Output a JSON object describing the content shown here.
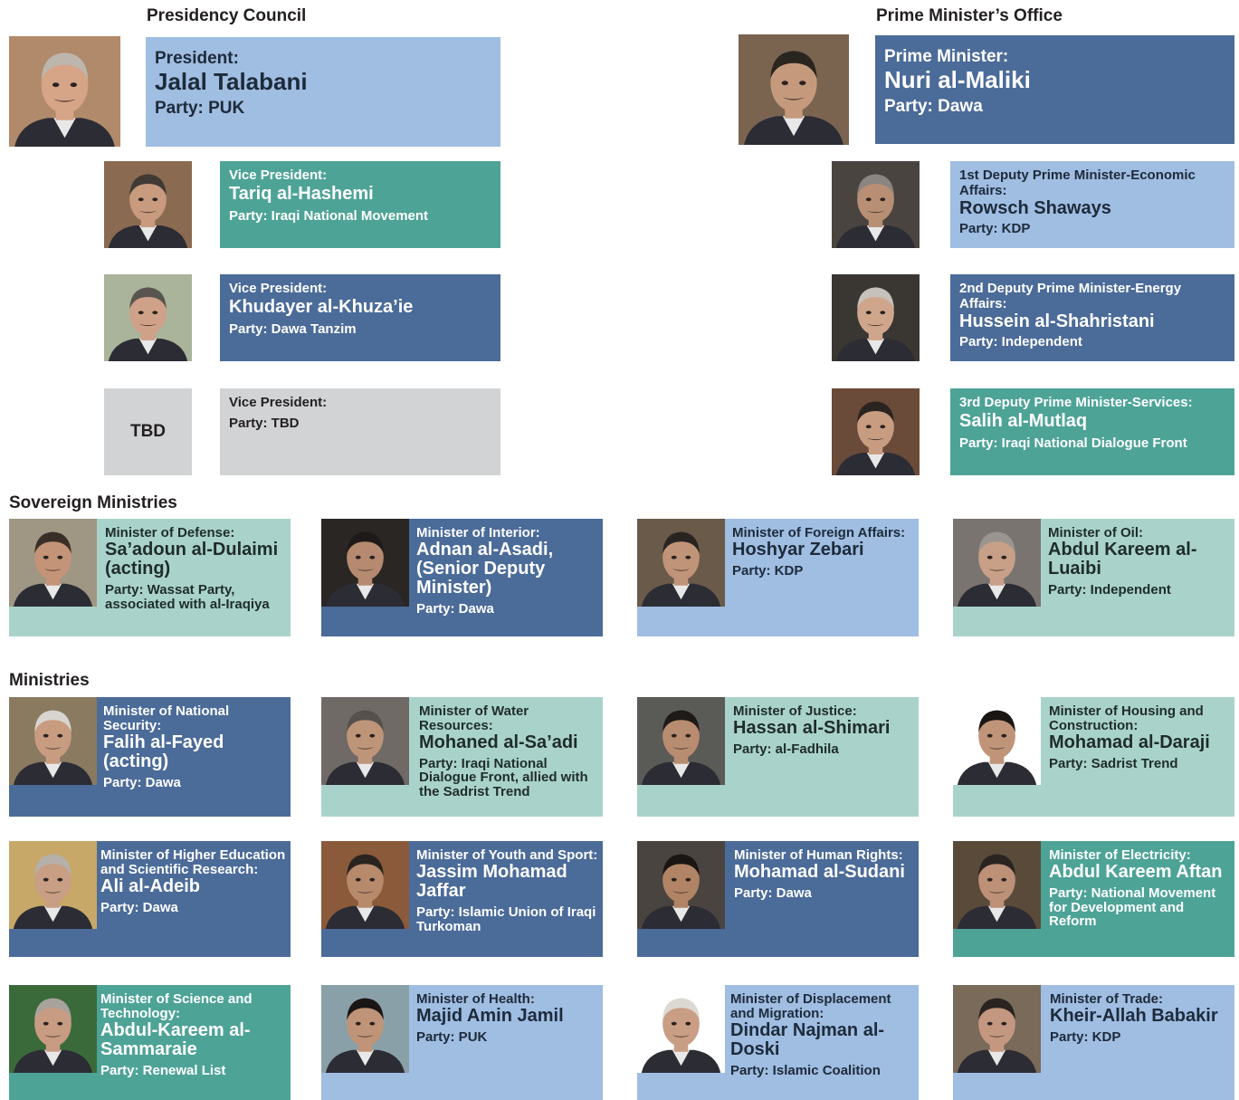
{
  "headings": {
    "presidency": "Presidency Council",
    "pm_office": "Prime Minister’s Office",
    "sovereign": "Sovereign Ministries",
    "ministries": "Ministries"
  },
  "president": {
    "role": "President:",
    "name": "Jalal Talabani",
    "party": "Party: PUK"
  },
  "vp1": {
    "role": "Vice President:",
    "name": "Tariq al-Hashemi",
    "party": "Party: Iraqi National Movement"
  },
  "vp2": {
    "role": "Vice President:",
    "name": "Khudayer al-Khuza’ie",
    "party": "Party: Dawa Tanzim"
  },
  "vp3": {
    "role": "Vice President:",
    "party": "Party: TBD",
    "photo_text": "TBD"
  },
  "pm": {
    "role": "Prime Minister:",
    "name": "Nuri al-Maliki",
    "party": "Party: Dawa"
  },
  "dpm1": {
    "role": "1st Deputy Prime Minister-Economic Affairs:",
    "name": "Rowsch Shaways",
    "party": "Party: KDP"
  },
  "dpm2": {
    "role": "2nd Deputy Prime Minister-Energy Affairs:",
    "name": "Hussein al-Shahristani",
    "party": "Party: Independent"
  },
  "dpm3": {
    "role": "3rd Deputy Prime Minister-Services:",
    "name": "Salih al-Mutlaq",
    "party": "Party: Iraqi National Dialogue Front"
  },
  "sovereign": [
    {
      "role": "Minister of Defense:",
      "name": "Sa’adoun al-Dulaimi (acting)",
      "party": "Party: Wassat Party, associated with al-Iraqiya"
    },
    {
      "role": "Minister of Interior:",
      "name": "Adnan al-Asadi, (Senior Deputy Minister)",
      "party": "Party: Dawa"
    },
    {
      "role": "Minister of Foreign Affairs:",
      "name": "Hoshyar Zebari",
      "party": "Party: KDP"
    },
    {
      "role": "Minister of Oil:",
      "name": "Abdul Kareem al-Luaibi",
      "party": "Party: Independent"
    }
  ],
  "ministries": [
    {
      "role": "Minister of National Security:",
      "name": "Falih al-Fayed (acting)",
      "party": "Party: Dawa"
    },
    {
      "role": "Minister of Water Resources:",
      "name": "Mohaned al-Sa’adi",
      "party": "Party: Iraqi National Dialogue Front, allied with the Sadrist Trend"
    },
    {
      "role": "Minister of Justice:",
      "name": "Hassan al-Shimari",
      "party": "Party: al-Fadhila"
    },
    {
      "role": "Minister of Housing and Construction:",
      "name": "Mohamad al-Daraji",
      "party": "Party: Sadrist Trend"
    },
    {
      "role": "Minister of Higher Education and Scientific Research:",
      "name": "Ali al-Adeib",
      "party": "Party: Dawa"
    },
    {
      "role": "Minister of Youth and Sport:",
      "name": "Jassim Mohamad Jaffar",
      "party": "Party: Islamic Union of Iraqi Turkoman"
    },
    {
      "role": "Minister of Human Rights:",
      "name": "Mohamad al-Sudani",
      "party": "Party: Dawa"
    },
    {
      "role": "Minister of Electricity:",
      "name": "Abdul Kareem Aftan",
      "party": "Party: National Movement for Development and Reform"
    },
    {
      "role": "Minister of Science and Technology:",
      "name": "Abdul-Kareem al-Sammaraie",
      "party": "Party: Renewal List"
    },
    {
      "role": "Minister of Health:",
      "name": "Majid Amin Jamil",
      "party": "Party: PUK"
    },
    {
      "role": "Minister of Displacement and Migration:",
      "name": "Dindar Najman al-Doski",
      "party": "Party: Islamic Coalition"
    },
    {
      "role": "Minister of Trade:",
      "name": "Kheir-Allah Babakir",
      "party": "Party: KDP"
    }
  ]
}
